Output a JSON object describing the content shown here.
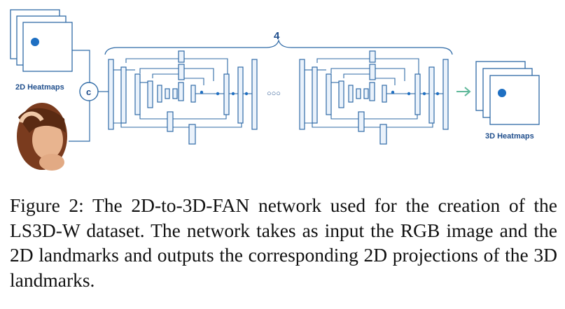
{
  "figure": {
    "labels": {
      "input_heatmaps": "2D Heatmaps",
      "concat_symbol": "c",
      "stack_count": "4",
      "ellipsis": "○○○",
      "output_heatmaps": "3D Heatmaps"
    },
    "colors": {
      "stroke": "#2f6aa6",
      "fill": "#eaf2fb",
      "dot": "#1e6fc2",
      "arrow": "#5fb89a",
      "text": "#1f4e8c"
    },
    "icons": [
      "input-photo",
      "arrow-right-icon"
    ]
  },
  "caption": {
    "prefix": "Figure 2:",
    "text": "The 2D-to-3D-FAN network used for the creation of the LS3D-W dataset.  The network takes as input the RGB image and the 2D landmarks and outputs the corresponding 2D projections of the 3D landmarks."
  }
}
